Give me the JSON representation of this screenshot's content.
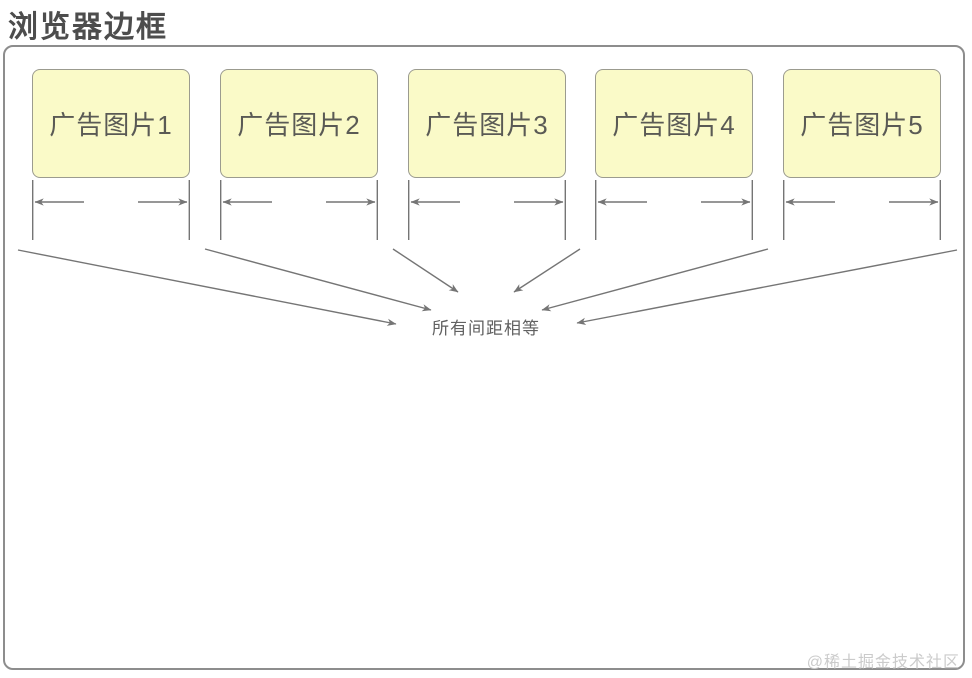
{
  "page": {
    "title": "浏览器边框",
    "watermark": "@稀土掘金技术社区"
  },
  "diagram": {
    "boxes": [
      {
        "label": "广告图片1"
      },
      {
        "label": "广告图片2"
      },
      {
        "label": "广告图片3"
      },
      {
        "label": "广告图片4"
      },
      {
        "label": "广告图片5"
      }
    ],
    "center_label": "所有间距相等",
    "colors": {
      "title_text": "#4D4D4D",
      "frame_border": "#8D8D8D",
      "box_fill": "#FAFAC8",
      "box_border": "#9B9B8F",
      "box_text": "#5A5A55",
      "arrow": "#757575",
      "watermark_text": "#CBCBCB"
    }
  }
}
